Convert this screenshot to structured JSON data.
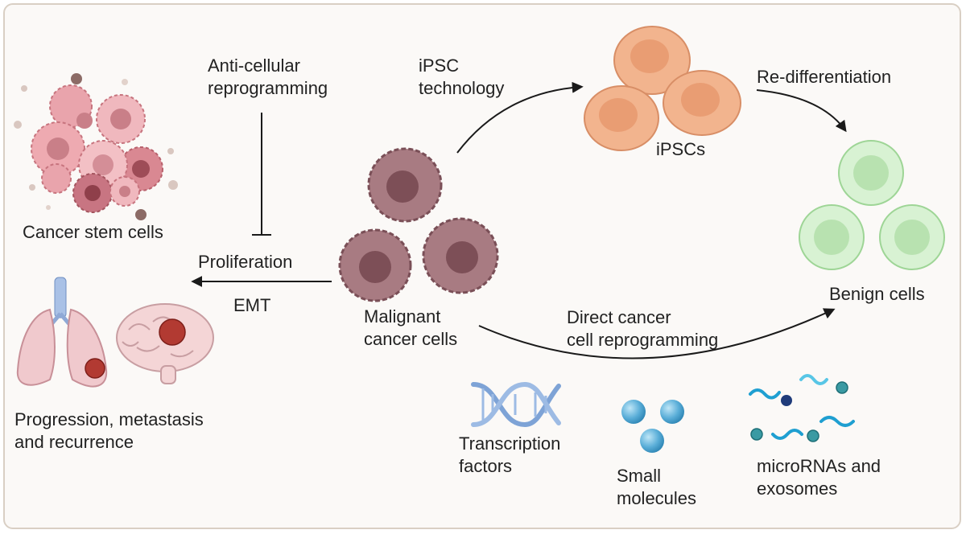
{
  "labels": {
    "cancer_stem_cells": "Cancer stem cells",
    "anti_reprog_1": "Anti-cellular",
    "anti_reprog_2": "reprogramming",
    "proliferation": "Proliferation",
    "emt": "EMT",
    "progression_1": "Progression, metastasis",
    "progression_2": "and recurrence",
    "ipsc_tech_1": "iPSC",
    "ipsc_tech_2": "technology",
    "ipscs": "iPSCs",
    "redifferentiation": "Re-differentiation",
    "benign_cells": "Benign cells",
    "malignant_1": "Malignant",
    "malignant_2": "cancer cells",
    "direct_1": "Direct cancer",
    "direct_2": "cell reprogramming",
    "tf_1": "Transcription",
    "tf_2": "factors",
    "sm_1": "Small",
    "sm_2": "molecules",
    "mirna_1": "microRNAs and",
    "mirna_2": "exosomes"
  },
  "colors": {
    "cancer_cell": "#a87b82",
    "cancer_nucleus": "#7d4f57",
    "stem_cell": "#e59aa2",
    "ipsc": "#f2b48e",
    "benign": "#c9ecc4",
    "dna": "#7ea3d6",
    "molecule": "#5aaed8",
    "mirna": "#29a7d6"
  },
  "icons": [
    "cancer-stem-cell-cluster-icon",
    "lungs-icon",
    "brain-icon",
    "dna-icon",
    "molecules-icon",
    "microrna-icon"
  ]
}
